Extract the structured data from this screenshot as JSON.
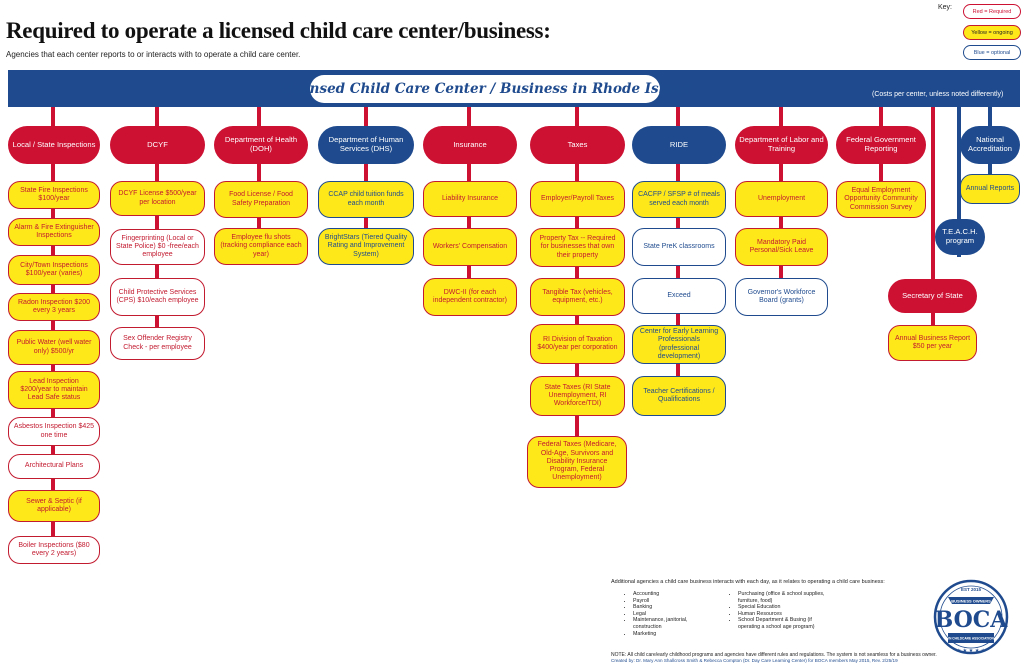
{
  "header": {
    "title": "Required to operate a licensed child care center/business:",
    "subtitle": "Agencies that each center reports to or interacts with to operate a child care center."
  },
  "key": {
    "label": "Key:",
    "red": "Red = Required",
    "yellow": "Yellow = ongoing",
    "blue": "Blue = optional"
  },
  "banner": {
    "title": "Licensed Child Care Center / Business in Rhode Island",
    "note": "(Costs per center, unless noted differently)"
  },
  "colors": {
    "red": "#cc1133",
    "yellow": "#ffe81a",
    "blue": "#1f4b8e"
  },
  "columns": {
    "local": {
      "heading": "Local / State Inspections",
      "items": [
        "State Fire Inspections $100/year",
        "Alarm & Fire Extinguisher Inspections",
        "City/Town Inspections $100/year (varies)",
        "Radon Inspection $200 every 3 years",
        "Public Water (well water only) $500/yr",
        "Lead Inspection $200/year to maintain Lead Safe status",
        "Asbestos Inspection $425 one time",
        "Architectural Plans",
        "Sewer & Septic (if applicable)",
        "Boiler Inspections ($80 every 2 years)"
      ]
    },
    "dcyf": {
      "heading": "DCYF",
      "items": [
        "DCYF License $500/year per location",
        "Fingerprinting (Local or State Police) $0 -free/each employee",
        "Child Protective Services (CPS) $10/each employee",
        "Sex Offender Registry Check - per employee"
      ]
    },
    "doh": {
      "heading": "Department of Health (DOH)",
      "items": [
        "Food License / Food Safety Preparation",
        "Employee flu shots (tracking compliance each year)"
      ]
    },
    "dhs": {
      "heading": "Department of Human Services (DHS)",
      "items": [
        "CCAP child tuition funds each month",
        "BrightStars (Tiered Quality Rating and Improvement System)"
      ]
    },
    "insurance": {
      "heading": "Insurance",
      "items": [
        "Liability Insurance",
        "Workers' Compensation",
        "DWC-II (for each independent contractor)"
      ]
    },
    "taxes": {
      "heading": "Taxes",
      "items": [
        "Employer/Payroll Taxes",
        "Property Tax -- Required for businesses that own their property",
        "Tangible Tax (vehicles, equipment, etc.)",
        "RI Division of Taxation $400/year per corporation",
        "State Taxes (RI State Unemployment, RI Workforce/TDI)",
        "Federal Taxes (Medicare, Old-Age, Survivors and Disability Insurance Program, Federal Unemployment)"
      ]
    },
    "ride": {
      "heading": "RIDE",
      "items": [
        "CACFP / SFSP # of meals served each month",
        "State PreK classrooms",
        "Exceed",
        "Center for Early Learning Professionals (professional development)",
        "Teacher Certifications / Qualifications"
      ]
    },
    "labor": {
      "heading": "Department of Labor and Training",
      "items": [
        "Unemployment",
        "Mandatory Paid Personal/Sick Leave",
        "Governor's Workforce Board (grants)"
      ]
    },
    "federal": {
      "heading": "Federal Government Reporting",
      "items": [
        "Equal Employment Opportunity Community Commission Survey"
      ]
    },
    "sos": {
      "heading": "Secretary of State",
      "items": [
        "Annual Business Report $50 per year"
      ]
    },
    "accreditation": {
      "heading": "National Accreditation",
      "items": [
        "Annual Reports"
      ]
    },
    "teach": {
      "heading": "T.E.A.C.H. program"
    }
  },
  "footer": {
    "intro": "Additional agencies a child care business interacts with each day, as it relates to operating a child care business:",
    "list_left": [
      "Accounting",
      "Payroll",
      "Banking",
      "Legal",
      "Maintenance, janitorial, construction",
      "Marketing"
    ],
    "list_right": [
      "Purchasing (office & school supplies, furniture, food)",
      "Special Education",
      "Human Resources",
      "School Department & Busing (if operating a school age program)"
    ],
    "note": "NOTE: All child care/early childhood programs and agencies have different rules and regulations. The system is not seamless for a business owner.",
    "credit": "Created by: Dr. Mary Ann Shallcross Smith & Rebecca Compton (Dr. Day Care Learning Center)  for BOCA members    May 2015, Rev. 2/25/19"
  },
  "logo": {
    "top": "EST 2015",
    "ribbon": "BUSINESS OWNERS",
    "letters": "BOCA",
    "bottom": "IN CHILDCARE ASSOCIATION"
  }
}
